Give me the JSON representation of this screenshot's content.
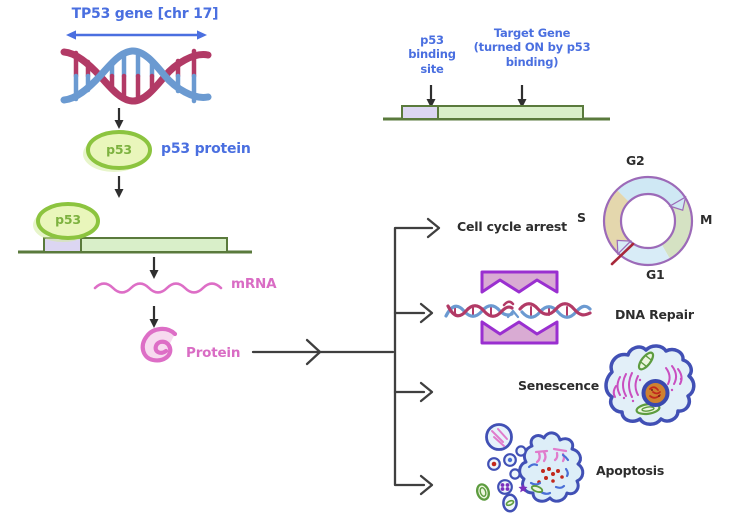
{
  "diagram": {
    "gene_title": "TP53 gene [chr 17]",
    "protein_tag": "p53",
    "protein_label": "p53 protein",
    "bound_protein_tag": "p53",
    "mrna_label": "mRNA",
    "protein_product_label": "Protein"
  },
  "target_gene_panel": {
    "binding_site_label": "p53\nbinding\nsite",
    "target_gene_label": "Target Gene\n(turned ON by p53\nbinding)"
  },
  "outcomes": [
    {
      "label": "Cell cycle arrest"
    },
    {
      "label": "DNA Repair"
    },
    {
      "label": "Senescence"
    },
    {
      "label": "Apoptosis"
    }
  ],
  "cell_cycle": {
    "phase_g2": "G2",
    "phase_m": "M",
    "phase_g1": "G1",
    "phase_s": "S"
  },
  "illustrations": [
    "dna-double-helix",
    "p53-protein-oval",
    "gene-bar-with-binding-site",
    "mrna-wave",
    "protein-scribble",
    "target-gene-bar",
    "cell-cycle-ring",
    "dna-repair-clamps",
    "senescent-cell",
    "apoptotic-cell-fragments"
  ],
  "colors": {
    "label_blue": "#4a6fe0",
    "label_pink": "#d96cc4",
    "label_black": "#2d2d2d",
    "p53_green_fill": "#e9f6bb",
    "p53_green_border": "#8cc43f",
    "p53_text_green": "#7db23f",
    "gene_bar_green": "#d9efc9",
    "gene_bar_outline": "#5a7a3c",
    "binding_site_lavender": "#dcd6f2",
    "dna_blue": "#6b9ad1",
    "dna_crimson": "#b23a66",
    "repair_clamp_purple": "#9a2fd0",
    "repair_clamp_fill": "#d9abd3",
    "cycle_ring_purple": "#9c6ab8",
    "cycle_blue_segment": "#cfe8f4",
    "cycle_green_segment": "#d5e2c3",
    "cycle_tan_segment": "#e4d7ad",
    "cell_membrane_blue": "#4150b5",
    "organelle_green": "#5d9c3f",
    "organelle_magenta": "#c94fc0",
    "apoptosis_red": "#c2281c",
    "arrow_dark": "#3a3a3a"
  }
}
